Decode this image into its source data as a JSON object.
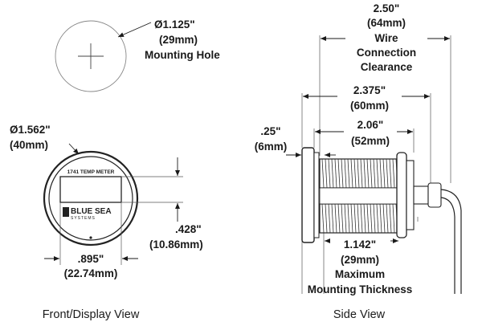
{
  "mounting_hole": {
    "diameter_in": "Ø1.125\"",
    "diameter_mm": "(29mm)",
    "label": "Mounting Hole"
  },
  "front_view": {
    "diameter_in": "Ø1.562\"",
    "diameter_mm": "(40mm)",
    "meter_label": "1741 TEMP METER",
    "brand_top": "BLUE SEA",
    "brand_bottom": "SYSTEMS",
    "display_height_in": ".428\"",
    "display_height_mm": "(10.86mm)",
    "display_width_in": ".895\"",
    "display_width_mm": "(22.74mm)",
    "caption": "Front/Display View"
  },
  "side_view": {
    "wire_clearance_in": "2.50\"",
    "wire_clearance_mm": "(64mm)",
    "wire_clearance_l1": "Wire",
    "wire_clearance_l2": "Connection",
    "wire_clearance_l3": "Clearance",
    "overall_in": "2.375\"",
    "overall_mm": "(60mm)",
    "body_in": "2.06\"",
    "body_mm": "(52mm)",
    "bezel_in": ".25\"",
    "bezel_mm": "(6mm)",
    "thickness_in": "1.142\"",
    "thickness_mm": "(29mm)",
    "thickness_l1": "Maximum",
    "thickness_l2": "Mounting Thickness",
    "caption": "Side View"
  }
}
